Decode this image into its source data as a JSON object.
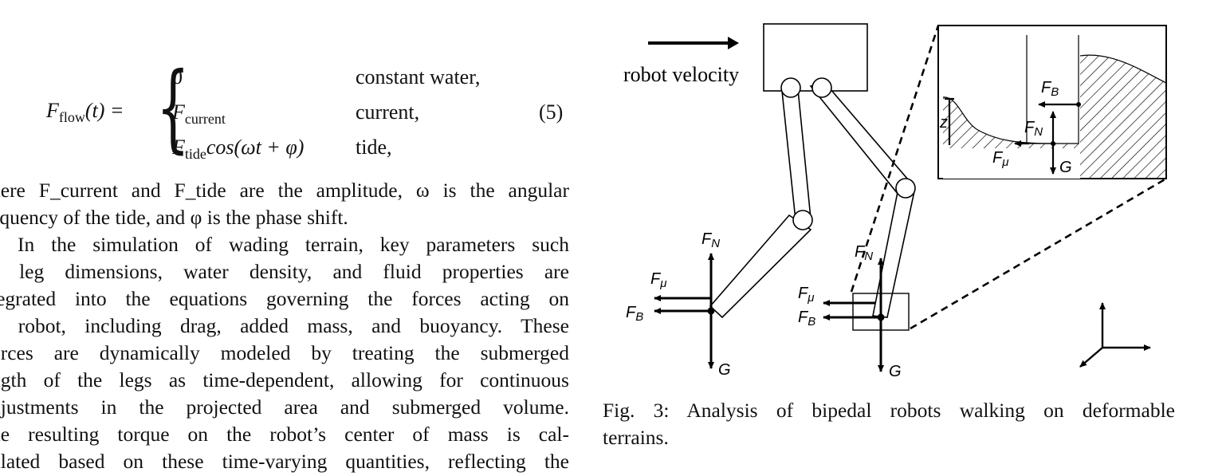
{
  "equation": {
    "lhs_symbol": "F",
    "lhs_sub": "flow",
    "lhs_arg": "(t) =",
    "cases": [
      {
        "expr_symbol": "0",
        "expr_sub": "",
        "expr_tail": "",
        "condition": "constant water,"
      },
      {
        "expr_symbol": "F",
        "expr_sub": "current",
        "expr_tail": "",
        "condition": "current,"
      },
      {
        "expr_symbol": "F",
        "expr_sub": "tide",
        "expr_tail": "cos(ωt + φ)",
        "condition": "tide,"
      }
    ],
    "number": "(5)"
  },
  "text": {
    "para1_lines": [
      "here F_current and F_tide are the amplitude, ω is the angular",
      "equency of the tide, and φ is the phase shift."
    ],
    "para2_lines": [
      "In the simulation of wading terrain, key parameters such",
      "s leg dimensions, water density, and fluid properties are",
      "tegrated into the equations governing the forces acting on",
      "e robot, including drag, added mass, and buoyancy. These",
      "orces are dynamically modeled by treating the submerged",
      "ngth of the legs as time-dependent, allowing for continuous",
      "djustments in the projected area and submerged volume.",
      "he resulting torque on the robot’s center of mass is cal-",
      "ulated based on these time-varying quantities, reflecting the"
    ]
  },
  "figure": {
    "velocity_label": "robot velocity",
    "labels": {
      "FN": "F",
      "FN_sub": "N",
      "Fmu": "F",
      "Fmu_sub": "μ",
      "FB": "F",
      "FB_sub": "B",
      "G": "G",
      "z": "z"
    }
  },
  "caption": {
    "lines": [
      "Fig. 3: Analysis of bipedal robots walking on deformable",
      "terrains."
    ]
  }
}
